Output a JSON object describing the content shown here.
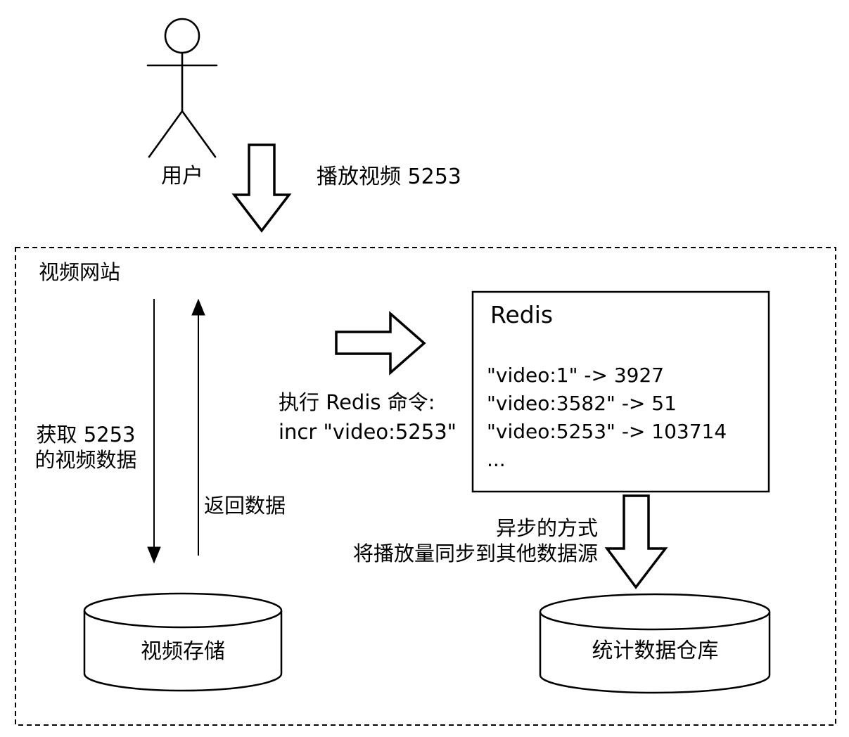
{
  "actor": {
    "label": "用户"
  },
  "flow": {
    "play_label": "播放视频 5253",
    "fetch_label_line1": "获取 5253",
    "fetch_label_line2": "的视频数据",
    "return_label": "返回数据",
    "exec_label_line1": "执行 Redis 命令:",
    "exec_label_line2": "incr \"video:5253\"",
    "async_label_line1": "异步的方式",
    "async_label_line2": "将播放量同步到其他数据源"
  },
  "video_site": {
    "label": "视频网站"
  },
  "redis": {
    "title": "Redis",
    "entries": [
      "\"video:1\" -> 3927",
      "\"video:3582\" -> 51",
      "\"video:5253\" -> 103714",
      "..."
    ]
  },
  "stores": {
    "video_storage": {
      "label": "视频存储"
    },
    "stats_warehouse": {
      "label": "统计数据仓库"
    }
  },
  "colors": {
    "stroke": "#000000",
    "background": "#ffffff",
    "text": "#000000"
  }
}
